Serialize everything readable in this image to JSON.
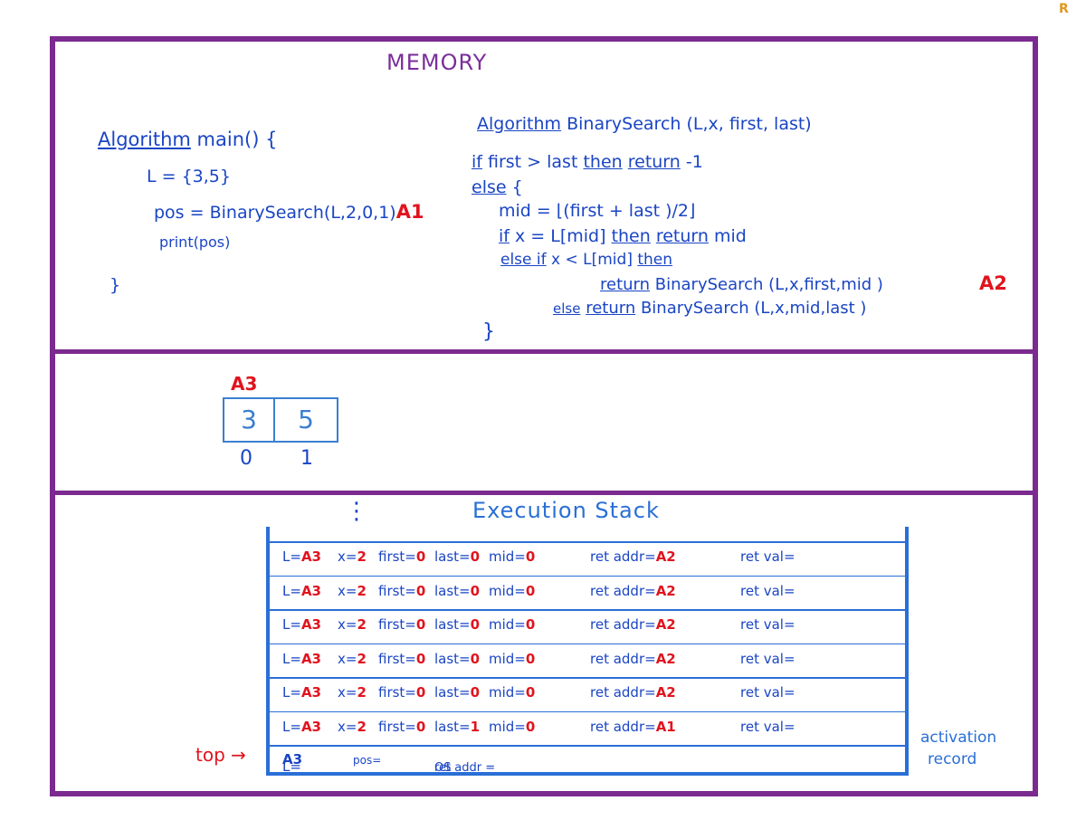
{
  "corner_mark": "R",
  "memory": {
    "title": "MEMORY",
    "main_code": [
      "Algorithm",
      " main() {",
      "L = {3,5}",
      "pos = BinarySearch(L,2,0,1)",
      "A1",
      "print(pos)",
      "}"
    ],
    "bs_code": {
      "header_kw": "Algorithm",
      "header_rest": " BinarySearch (L,x, first, last)",
      "line1_if": "if",
      "line1_mid": " first > last ",
      "line1_then": "then",
      "line1_return": "return",
      "line1_end": " -1",
      "else_kw": "else",
      "else_brace": " {",
      "mid_line": "mid = ⌊(first + last )/2⌋",
      "if2_kw": "if",
      "if2_mid": " x = L[mid] ",
      "if2_then": "then",
      "if2_return": "return",
      "if2_end": " mid",
      "elseif_kw": "else if",
      "elseif_mid": " x < L[mid] ",
      "elseif_then": "then",
      "ret1_kw": "return",
      "ret1_rest": " BinarySearch (L,x,first,mid )",
      "a2_label": "A2",
      "else2_kw": "else",
      "ret2_kw": "return",
      "ret2_rest": " BinarySearch (L,x,mid,last )",
      "close_brace": "}"
    }
  },
  "array": {
    "label": "A3",
    "values": [
      "3",
      "5"
    ],
    "indices": [
      "0",
      "1"
    ]
  },
  "stack": {
    "title": "Execution Stack",
    "dots": "⋮",
    "top_label": "top →",
    "activation_label": [
      "activation",
      "record"
    ],
    "rows": [
      {
        "L": "A3",
        "x": "2",
        "first": "0",
        "last": "0",
        "mid": "0",
        "ret_addr": "A2",
        "ret_val": ""
      },
      {
        "L": "A3",
        "x": "2",
        "first": "0",
        "last": "0",
        "mid": "0",
        "ret_addr": "A2",
        "ret_val": ""
      },
      {
        "L": "A3",
        "x": "2",
        "first": "0",
        "last": "0",
        "mid": "0",
        "ret_addr": "A2",
        "ret_val": ""
      },
      {
        "L": "A3",
        "x": "2",
        "first": "0",
        "last": "0",
        "mid": "0",
        "ret_addr": "A2",
        "ret_val": ""
      },
      {
        "L": "A3",
        "x": "2",
        "first": "0",
        "last": "0",
        "mid": "0",
        "ret_addr": "A2",
        "ret_val": ""
      },
      {
        "L": "A3",
        "x": "2",
        "first": "0",
        "last": "1",
        "mid": "0",
        "ret_addr": "A1",
        "ret_val": ""
      }
    ],
    "bottom_row": {
      "L": "A3",
      "pos_label": "pos=",
      "ret_addr_label": "ret addr =",
      "ret_addr": "OS"
    },
    "labels": {
      "L": "L=",
      "x": "x=",
      "first": "first=",
      "last": "last=",
      "mid": "mid=",
      "ret_addr": "ret addr=",
      "ret_val": "ret val="
    }
  }
}
